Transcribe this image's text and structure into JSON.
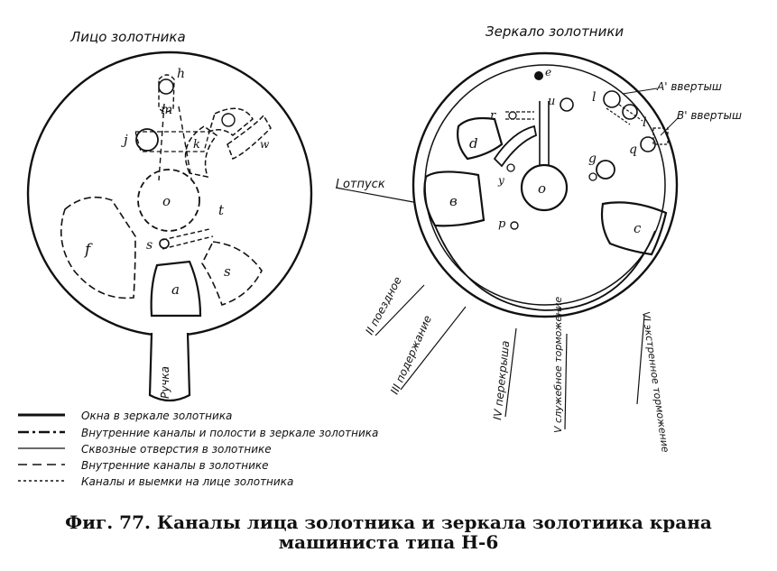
{
  "titles": {
    "face": "Лицо золотника",
    "mirror": "Зеркало золотники"
  },
  "face_letters": {
    "h": "h",
    "m": "m",
    "j": "j",
    "k": "k",
    "w": "w",
    "o": "o",
    "t": "t",
    "s_small": "s",
    "f": "f",
    "a": "a",
    "s": "s"
  },
  "handle_label": "Ручка",
  "mirror_letters": {
    "e": "e",
    "u": "u",
    "r": "r",
    "d": "d",
    "l1": "l",
    "l2": "l",
    "g": "g",
    "q": "q",
    "y": "y",
    "o": "o",
    "b": "в",
    "p": "p",
    "c": "c"
  },
  "mirror_callouts": {
    "A": "A' ввертыш",
    "B": "B' ввертыш"
  },
  "positions": [
    "I отпуск",
    "II поездное",
    "III подержание",
    "IV перекрыша",
    "V служебное торможение",
    "VI экстренное торможение"
  ],
  "legend": [
    {
      "style": "solid-bold",
      "label": "Окна в зеркале золотника"
    },
    {
      "style": "dash-dot",
      "label": "Внутренние каналы и полости в зеркале золотника"
    },
    {
      "style": "solid-thin",
      "label": "Сквозные отверстия в золотнике"
    },
    {
      "style": "dashed",
      "label": "Внутренние каналы в золотнике"
    },
    {
      "style": "dotted",
      "label": "Каналы и выемки на лице золотника"
    }
  ],
  "caption": {
    "line1": "Фиг. 77. Каналы лица золотника и зеркала золотиика крана",
    "line2": "машиниста типа Н-6"
  }
}
